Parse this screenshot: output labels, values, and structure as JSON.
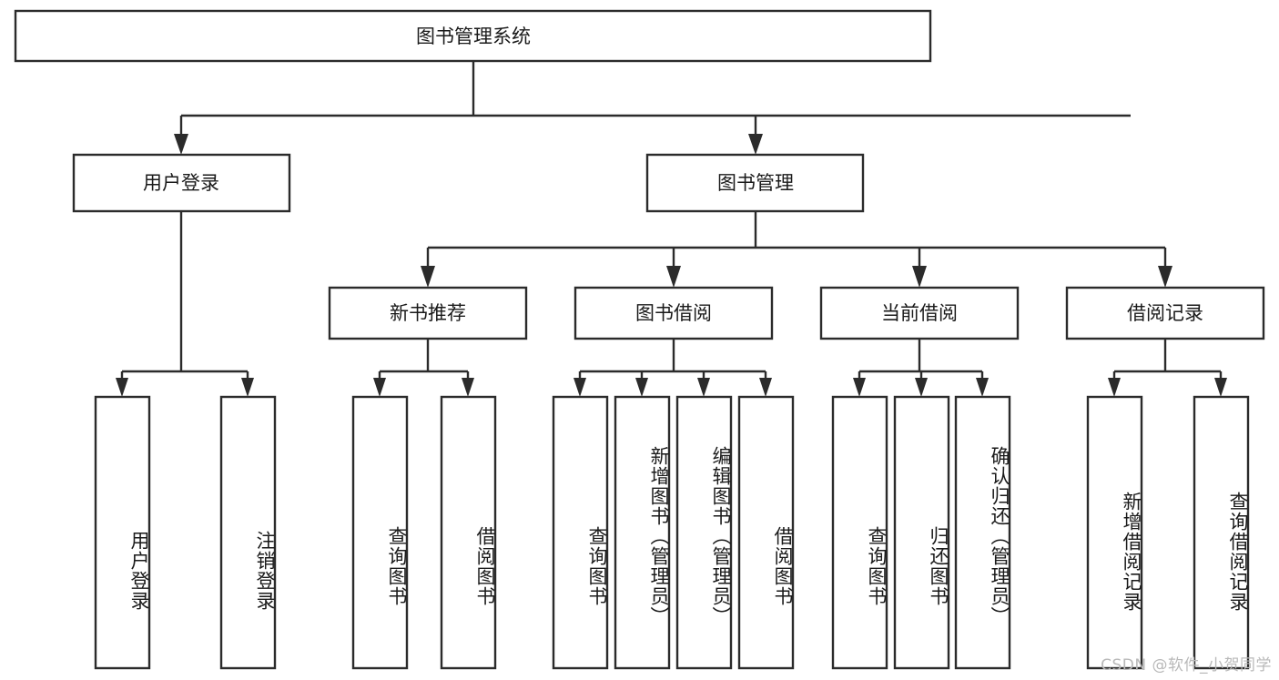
{
  "diagram": {
    "type": "hierarchy-tree",
    "title": "图书管理系统",
    "watermark": "CSDN @软件_小贺同学",
    "colors": {
      "stroke": "#2b2b2b",
      "fill": "#ffffff",
      "text": "#1a1a1a",
      "watermark": "#b9b9b9"
    },
    "levels": [
      {
        "level": 1,
        "nodes": [
          {
            "id": "root",
            "label": "图书管理系统",
            "orientation": "horizontal"
          }
        ]
      },
      {
        "level": 2,
        "nodes": [
          {
            "id": "user-login",
            "label": "用户登录",
            "orientation": "horizontal",
            "parent": "root"
          },
          {
            "id": "book-manage",
            "label": "图书管理",
            "orientation": "horizontal",
            "parent": "root"
          }
        ]
      },
      {
        "level": 3,
        "nodes": [
          {
            "id": "new-book-rec",
            "label": "新书推荐",
            "orientation": "horizontal",
            "parent": "book-manage"
          },
          {
            "id": "book-borrow",
            "label": "图书借阅",
            "orientation": "horizontal",
            "parent": "book-manage"
          },
          {
            "id": "current-borrow",
            "label": "当前借阅",
            "orientation": "horizontal",
            "parent": "book-manage"
          },
          {
            "id": "borrow-record",
            "label": "借阅记录",
            "orientation": "horizontal",
            "parent": "book-manage"
          }
        ]
      },
      {
        "level": 4,
        "nodes": [
          {
            "id": "leaf-user-login",
            "label": "用户登录",
            "orientation": "vertical",
            "parent": "user-login"
          },
          {
            "id": "leaf-logout",
            "label": "注销登录",
            "orientation": "vertical",
            "parent": "user-login"
          },
          {
            "id": "leaf-query-book-1",
            "label": "查询图书",
            "orientation": "vertical",
            "parent": "new-book-rec"
          },
          {
            "id": "leaf-borrow-book-1",
            "label": "借阅图书",
            "orientation": "vertical",
            "parent": "new-book-rec"
          },
          {
            "id": "leaf-query-book-2",
            "label": "查询图书",
            "orientation": "vertical",
            "parent": "book-borrow"
          },
          {
            "id": "leaf-add-book",
            "label": "新增图书（管理员）",
            "orientation": "vertical",
            "parent": "book-borrow"
          },
          {
            "id": "leaf-edit-book",
            "label": "编辑图书（管理员）",
            "orientation": "vertical",
            "parent": "book-borrow"
          },
          {
            "id": "leaf-borrow-book-2",
            "label": "借阅图书",
            "orientation": "vertical",
            "parent": "book-borrow"
          },
          {
            "id": "leaf-query-book-3",
            "label": "查询图书",
            "orientation": "vertical",
            "parent": "current-borrow"
          },
          {
            "id": "leaf-return-book",
            "label": "归还图书",
            "orientation": "vertical",
            "parent": "current-borrow"
          },
          {
            "id": "leaf-confirm-return",
            "label": "确认归还（管理员）",
            "orientation": "vertical",
            "parent": "current-borrow"
          },
          {
            "id": "leaf-add-record",
            "label": "新增借阅记录",
            "orientation": "vertical",
            "parent": "borrow-record"
          },
          {
            "id": "leaf-query-record",
            "label": "查询借阅记录",
            "orientation": "vertical",
            "parent": "borrow-record"
          }
        ]
      }
    ]
  }
}
